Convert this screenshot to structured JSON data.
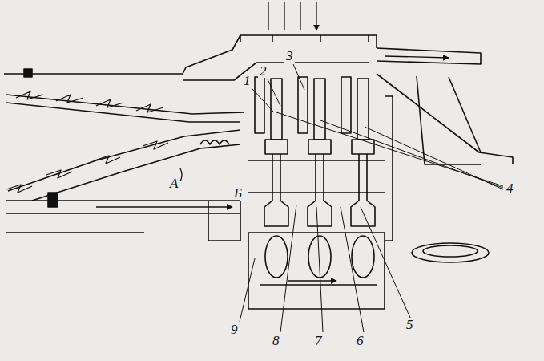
{
  "diagram": {
    "labels": [
      "1",
      "2",
      "3",
      "4",
      "А",
      "Б",
      "9",
      "8",
      "7",
      "6",
      "5"
    ]
  }
}
